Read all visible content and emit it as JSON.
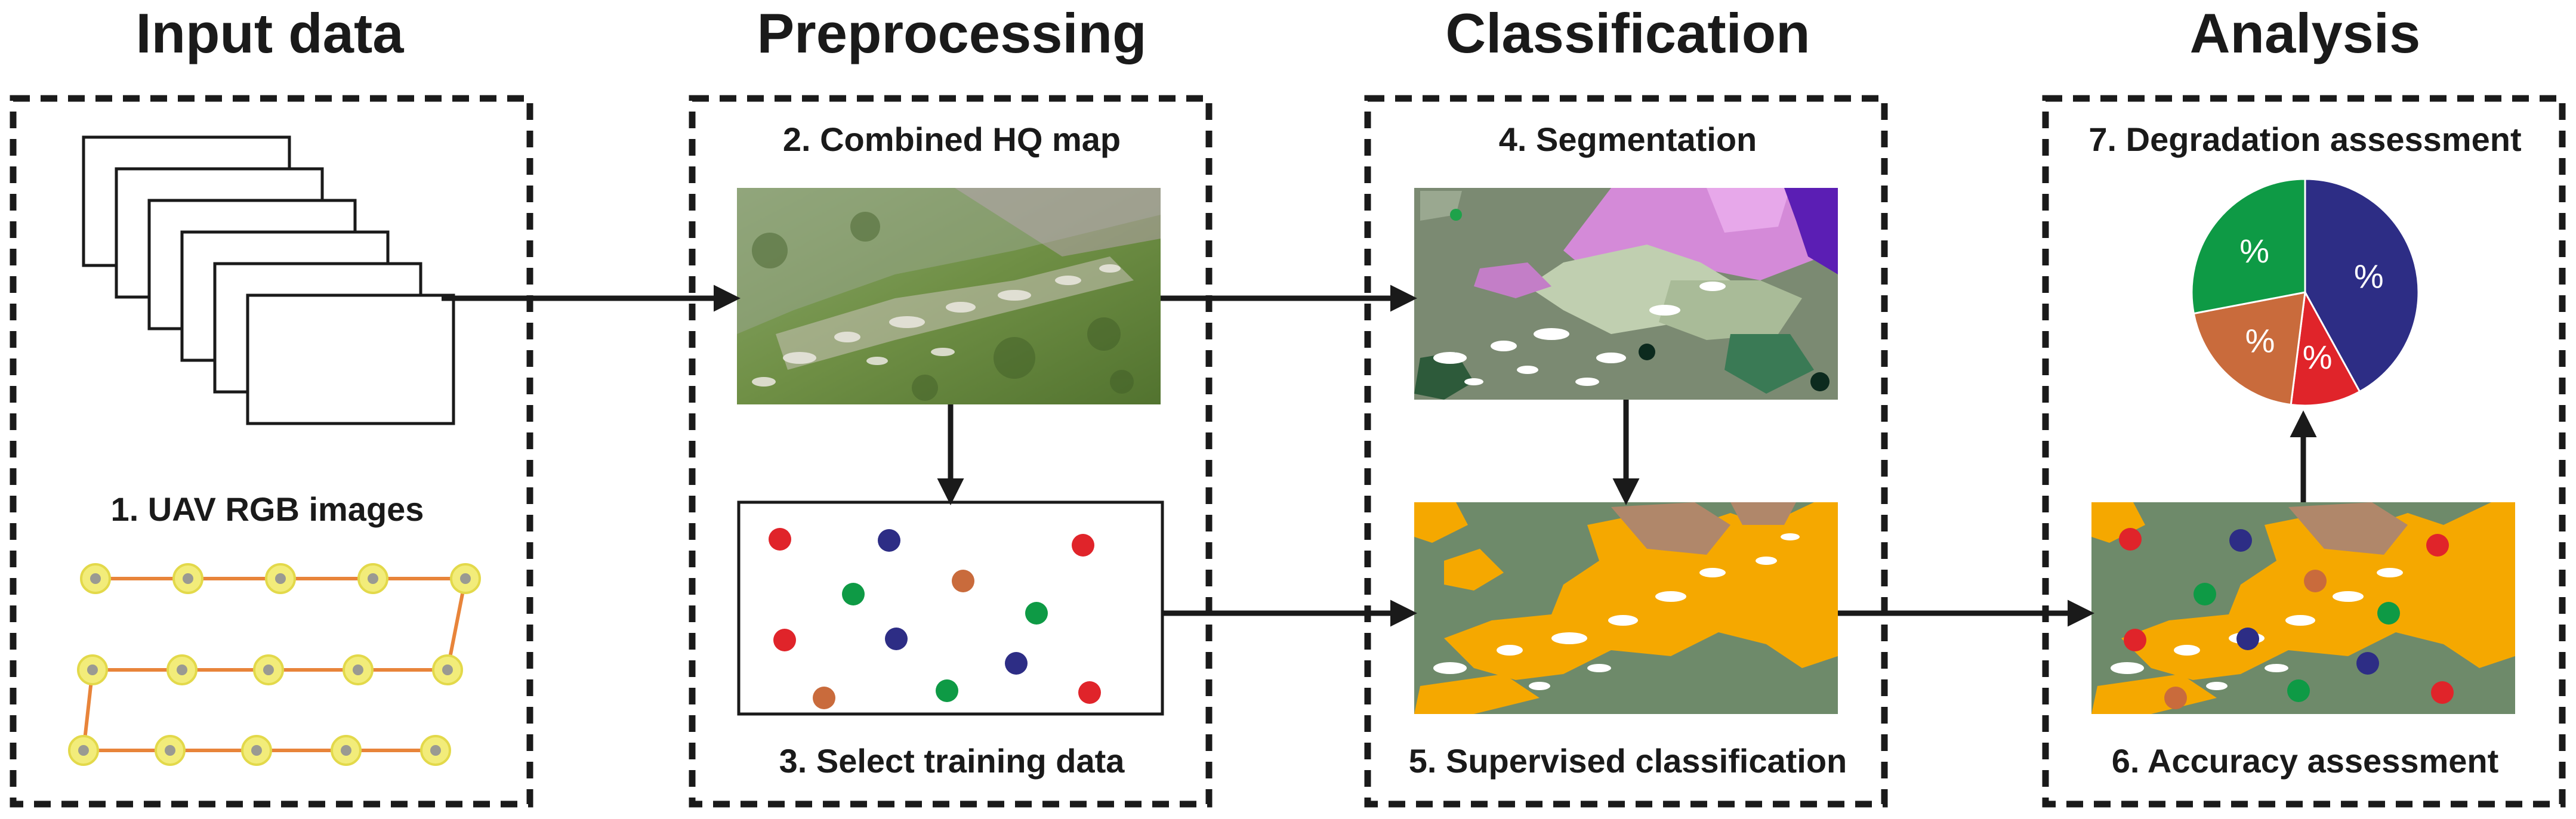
{
  "stages": {
    "input": {
      "title": "Input data"
    },
    "preprocessing": {
      "title": "Preprocessing"
    },
    "classification": {
      "title": "Classification"
    },
    "analysis": {
      "title": "Analysis"
    }
  },
  "steps": {
    "s1": "1. UAV RGB images",
    "s2": "2. Combined HQ map",
    "s3": "3. Select training data",
    "s4": "4. Segmentation",
    "s5": "5. Supervised classification",
    "s6": "6. Accuracy assessment",
    "s7": "7. Degradation assessment"
  },
  "pie": {
    "slice_label": "%",
    "slices": [
      {
        "color": "#2d2d85",
        "fraction": 0.42
      },
      {
        "color": "#e0242a",
        "fraction": 0.1
      },
      {
        "color": "#c96b3c",
        "fraction": 0.2
      },
      {
        "color": "#0e9a45",
        "fraction": 0.28
      }
    ]
  },
  "colors": {
    "training_red": "#e0242a",
    "training_navy": "#2d2d85",
    "training_green": "#0e9a45",
    "training_brown": "#c96b3c",
    "class_orange": "#f5a800",
    "class_grey_green": "#6e8a6a",
    "class_tan": "#b0876a",
    "flight_line": "#e8843a",
    "waypoint": "#f2ec7a"
  },
  "icons": [
    "image-stack-icon",
    "flight-path-icon",
    "arrow-icon"
  ]
}
